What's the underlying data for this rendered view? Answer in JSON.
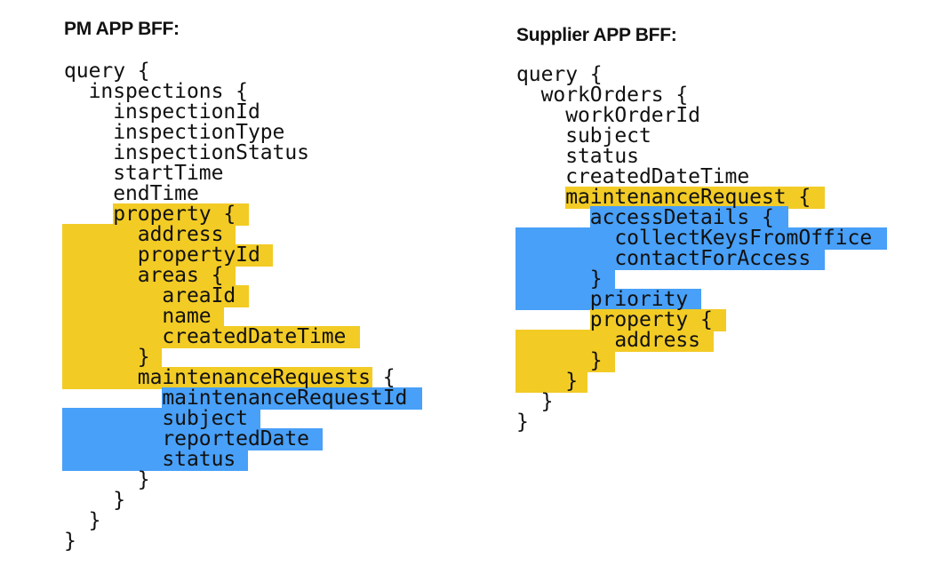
{
  "colors": {
    "shared_fields": "#F2CB25",
    "entity_fields": "#48A0F8",
    "text": "#111111"
  },
  "left": {
    "title": "PM APP BFF:",
    "lines": [
      "query {",
      "  inspections {",
      "    inspectionId",
      "    inspectionType",
      "    inspectionStatus",
      "    startTime",
      "    endTime",
      "    property {",
      "      address",
      "      propertyId",
      "      areas {",
      "        areaId",
      "        name",
      "        createdDateTime",
      "      }",
      "      maintenanceRequests {",
      "        maintenanceRequestId",
      "        subject",
      "        reportedDate",
      "        status",
      "      }",
      "    }",
      "  }",
      "}"
    ]
  },
  "right": {
    "title": "Supplier APP BFF:",
    "lines": [
      "query {",
      "  workOrders {",
      "    workOrderId",
      "    subject",
      "    status",
      "    createdDateTime",
      "    maintenanceRequest {",
      "      accessDetails {",
      "        collectKeysFromOffice",
      "        contactForAccess",
      "      }",
      "      priority",
      "      property {",
      "        address",
      "      }",
      "    }",
      "  }",
      "}"
    ]
  }
}
